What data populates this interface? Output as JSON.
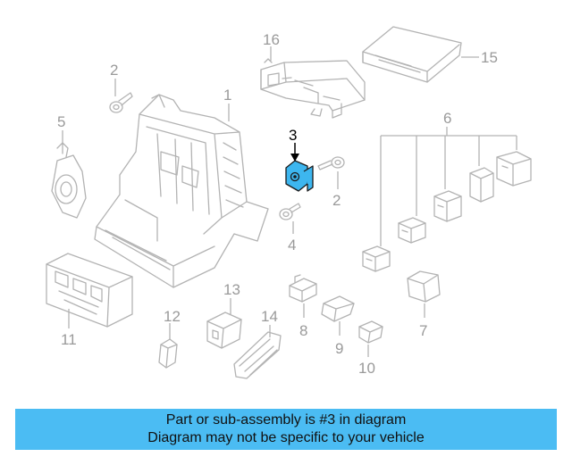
{
  "diagram": {
    "callouts": {
      "c1": "1",
      "c2a": "2",
      "c2b": "2",
      "c3": "3",
      "c4": "4",
      "c5": "5",
      "c6": "6",
      "c7": "7",
      "c8": "8",
      "c9": "9",
      "c10": "10",
      "c11": "11",
      "c12": "12",
      "c13": "13",
      "c14": "14",
      "c15": "15",
      "c16": "16"
    },
    "highlighted_part": "3",
    "highlight_color": "#3db6ef"
  },
  "banner": {
    "line1": "Part or sub-assembly is #3 in diagram",
    "line2": "Diagram may not be specific to your vehicle",
    "background": "#4bbcf3"
  }
}
